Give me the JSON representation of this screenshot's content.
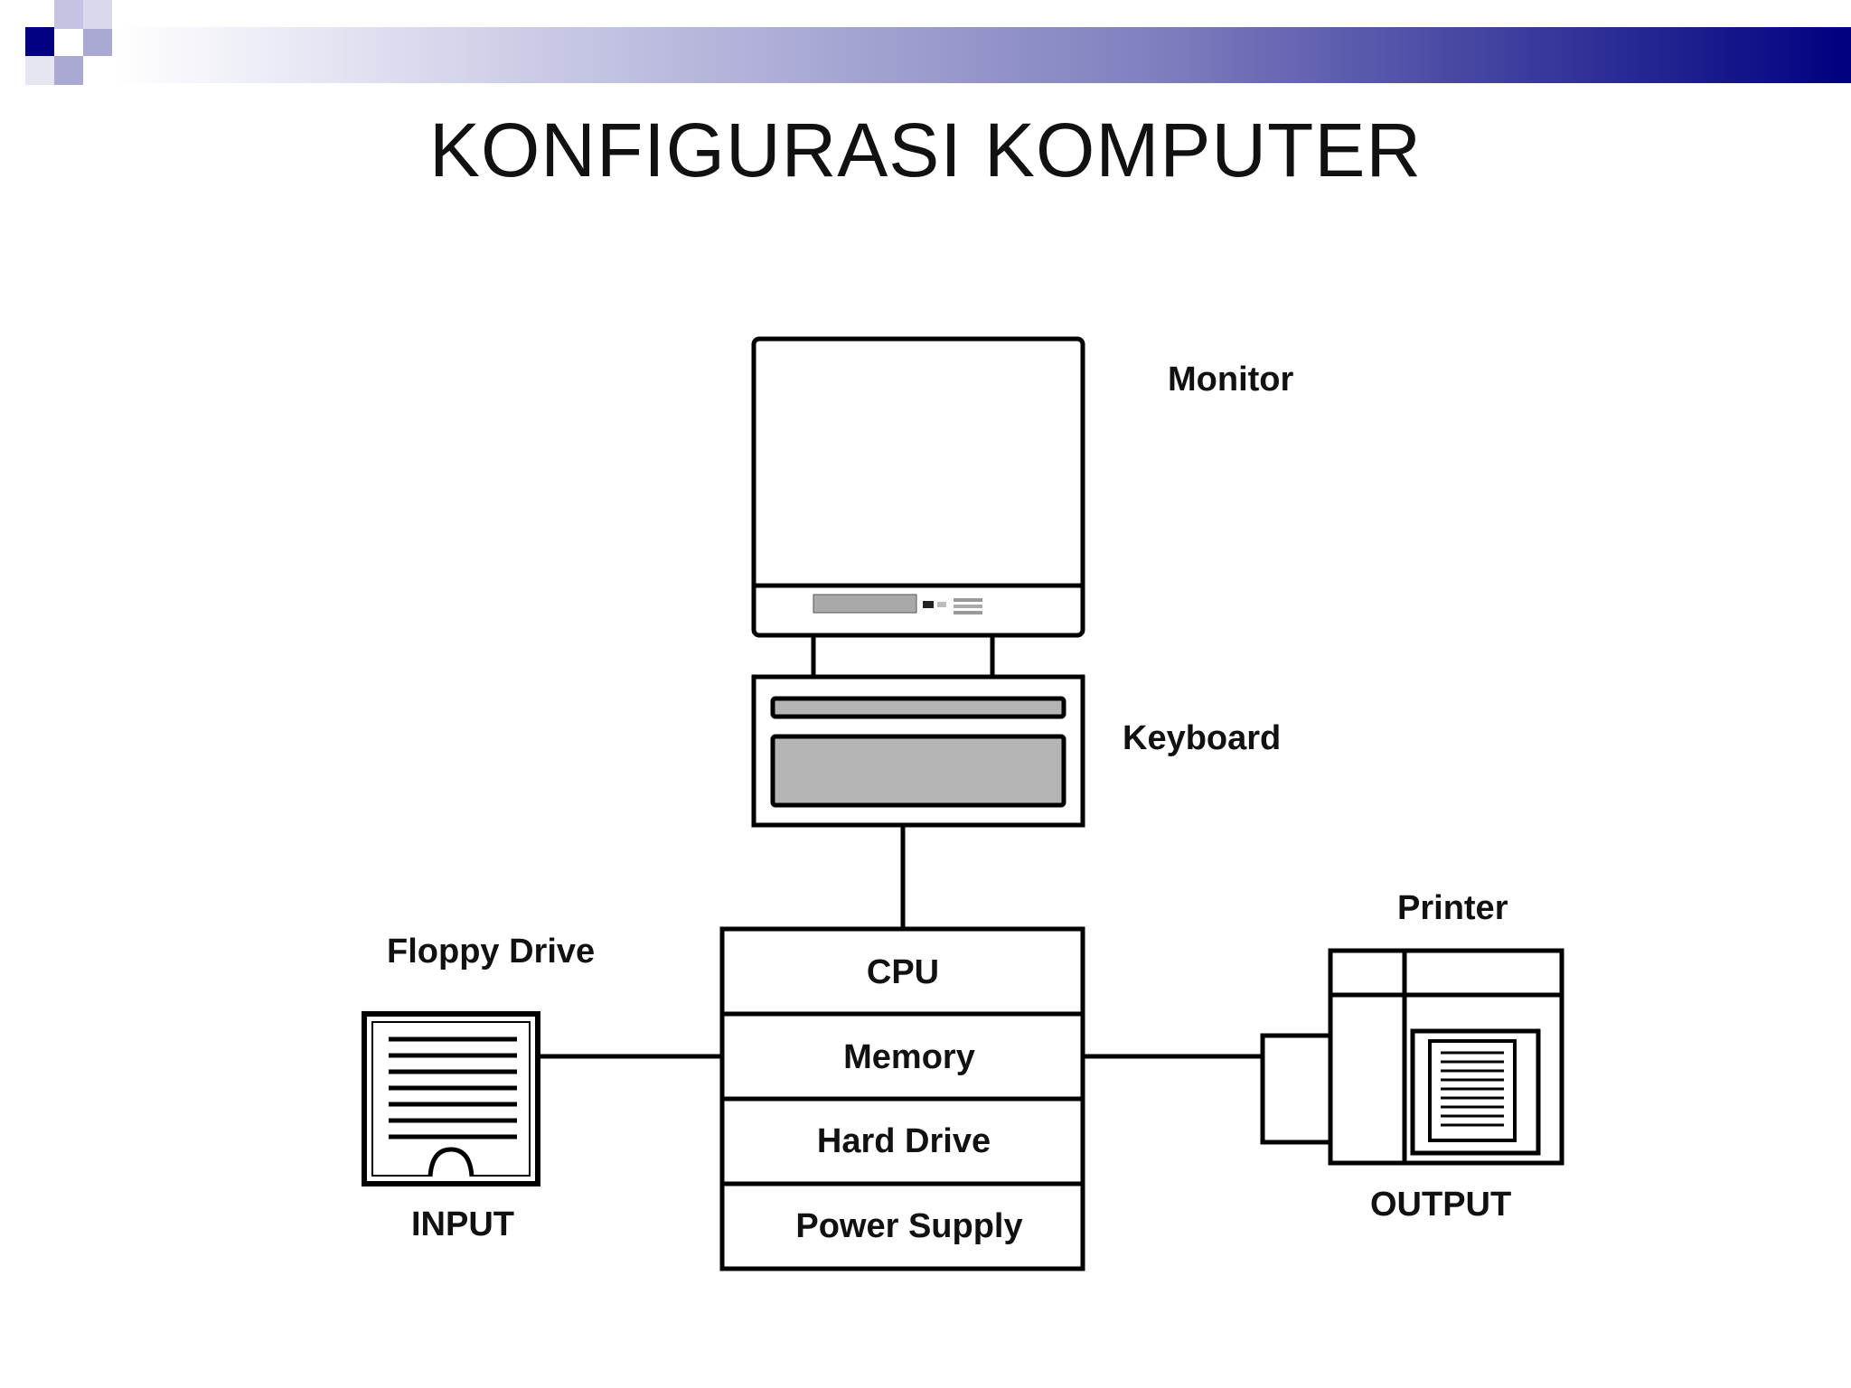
{
  "title": "KONFIGURASI KOMPUTER",
  "colors": {
    "accent_dark": "#000080",
    "accent_light": "#8f8fc7",
    "panel_gray": "#b5b5b5",
    "line": "#000000"
  },
  "diagram": {
    "monitor_label": "Monitor",
    "keyboard_label": "Keyboard",
    "floppy_label": "Floppy Drive",
    "input_label": "INPUT",
    "printer_label": "Printer",
    "output_label": "OUTPUT",
    "cpu_box": [
      "CPU",
      "Memory",
      "Hard Drive",
      "Power Supply"
    ]
  }
}
